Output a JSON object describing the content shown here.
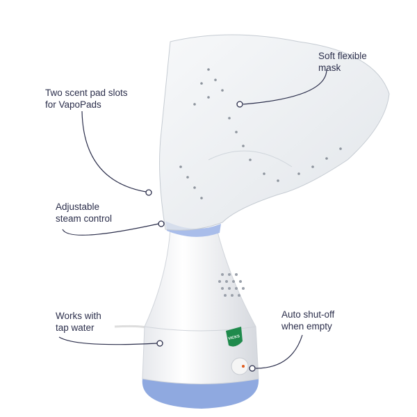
{
  "brand": "VICKS",
  "colors": {
    "accent_blue": "#7f9fdc",
    "callout_line": "#2a2d4a",
    "body_white": "#f4f5f7"
  },
  "callouts": [
    {
      "text": "Soft flexible\nmask"
    },
    {
      "text": "Two scent pad slots\nfor VapoPads"
    },
    {
      "text": "Adjustable\nsteam control"
    },
    {
      "text": "Works with\ntap water"
    },
    {
      "text": "Auto shut-off\nwhen empty"
    }
  ]
}
